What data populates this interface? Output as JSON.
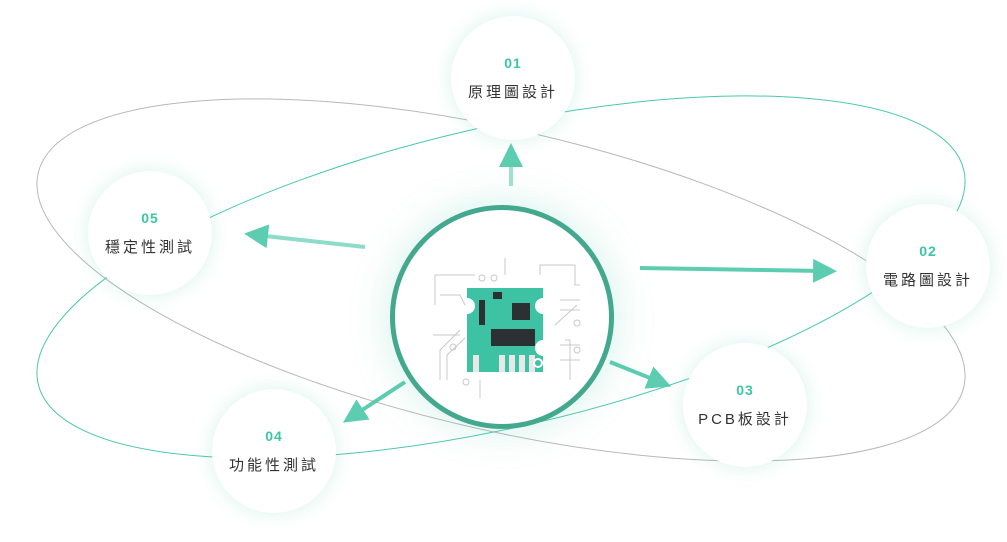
{
  "steps": [
    {
      "num": "01",
      "label": "原理圖設計"
    },
    {
      "num": "02",
      "label": "電路圖設計"
    },
    {
      "num": "03",
      "label": "PCB板設計"
    },
    {
      "num": "04",
      "label": "功能性測試"
    },
    {
      "num": "05",
      "label": "穩定性測試"
    }
  ],
  "colors": {
    "accent": "#3cc6a4",
    "ring": "#44a88f",
    "orbit_gray": "#b8b8b8",
    "orbit_teal": "#4cc8a9",
    "chip": "#2b3033",
    "board": "#3dc3a3"
  }
}
